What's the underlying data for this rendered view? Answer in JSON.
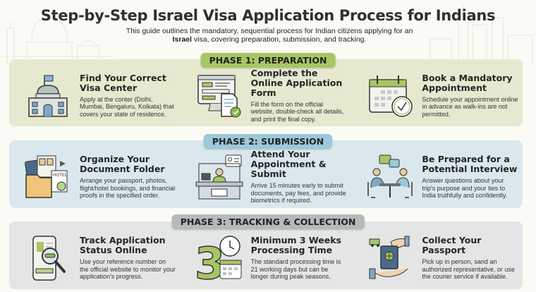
{
  "header": {
    "title": "Step-by-Step Israel Visa Application Process for Indians",
    "subtitle_pre": "This guide outlines the mandatory, sequential process for Indian citizens applying for an ",
    "subtitle_bold": "Israel",
    "subtitle_post": " visa, covering preparation, submission, and tracking."
  },
  "colors": {
    "phase1_bg": "#e6e9cf",
    "phase1_badge": "#a8c664",
    "phase2_bg": "#dae8ee",
    "phase2_badge": "#9cc8da",
    "phase3_bg": "#e3e6e4",
    "phase3_badge": "#b4bab9"
  },
  "phases": [
    {
      "label": "PHASE 1: PREPARATION",
      "steps": [
        {
          "title": "Find Your Correct Visa Center",
          "desc": "Apply at the conter (Dolhi, Mumbai, Bengaluru, Kolkata) that covers your state of residence.",
          "icon": "embassy-building-icon"
        },
        {
          "title": "Complete the Online Application Form",
          "desc": "Fill the form on the official website, double-check all details, and print the final copy.",
          "icon": "computer-form-icon"
        },
        {
          "title": "Book a Mandatory Appointment",
          "desc": "Schedule your appointment online in advance as walk-ins are not permitted.",
          "icon": "calendar-clock-icon"
        }
      ]
    },
    {
      "label": "PHASE 2: SUBMISSION",
      "steps": [
        {
          "title": "Organize Your Document Folder",
          "desc": "Arrange your passport, photos, flight/hotel bookings, and financial proofs in the specified order.",
          "icon": "document-folder-icon",
          "icon_text": "HOTEL"
        },
        {
          "title": "Attend Your Appointment & Submit",
          "desc": "Arrive 15 minutes early to submit documents, pay fees, and provide biometrics if required.",
          "icon": "service-counter-icon"
        },
        {
          "title": "Be Prepared for a Potential Interview",
          "desc": "Answer questions about your trip's purpose and your ties to India truthfully and confidently.",
          "icon": "interview-icon"
        }
      ]
    },
    {
      "label": "PHASE 3: TRACKING & COLLECTION",
      "steps": [
        {
          "title": "Track Application Status Online",
          "desc": "Use your reference number on the official website to monitor your application's progress.",
          "icon": "phone-search-icon"
        },
        {
          "title": "Minimum 3 Weeks Processing Time",
          "desc": "The standard processing time is 21 working days but can be longer during peak seasons.",
          "icon": "three-weeks-clock-icon",
          "icon_text": "3"
        },
        {
          "title": "Collect Your Passport",
          "desc": "Pick up in person, sand an authorized representative, or use the courier service if available.",
          "icon": "passport-handover-icon"
        }
      ]
    }
  ]
}
